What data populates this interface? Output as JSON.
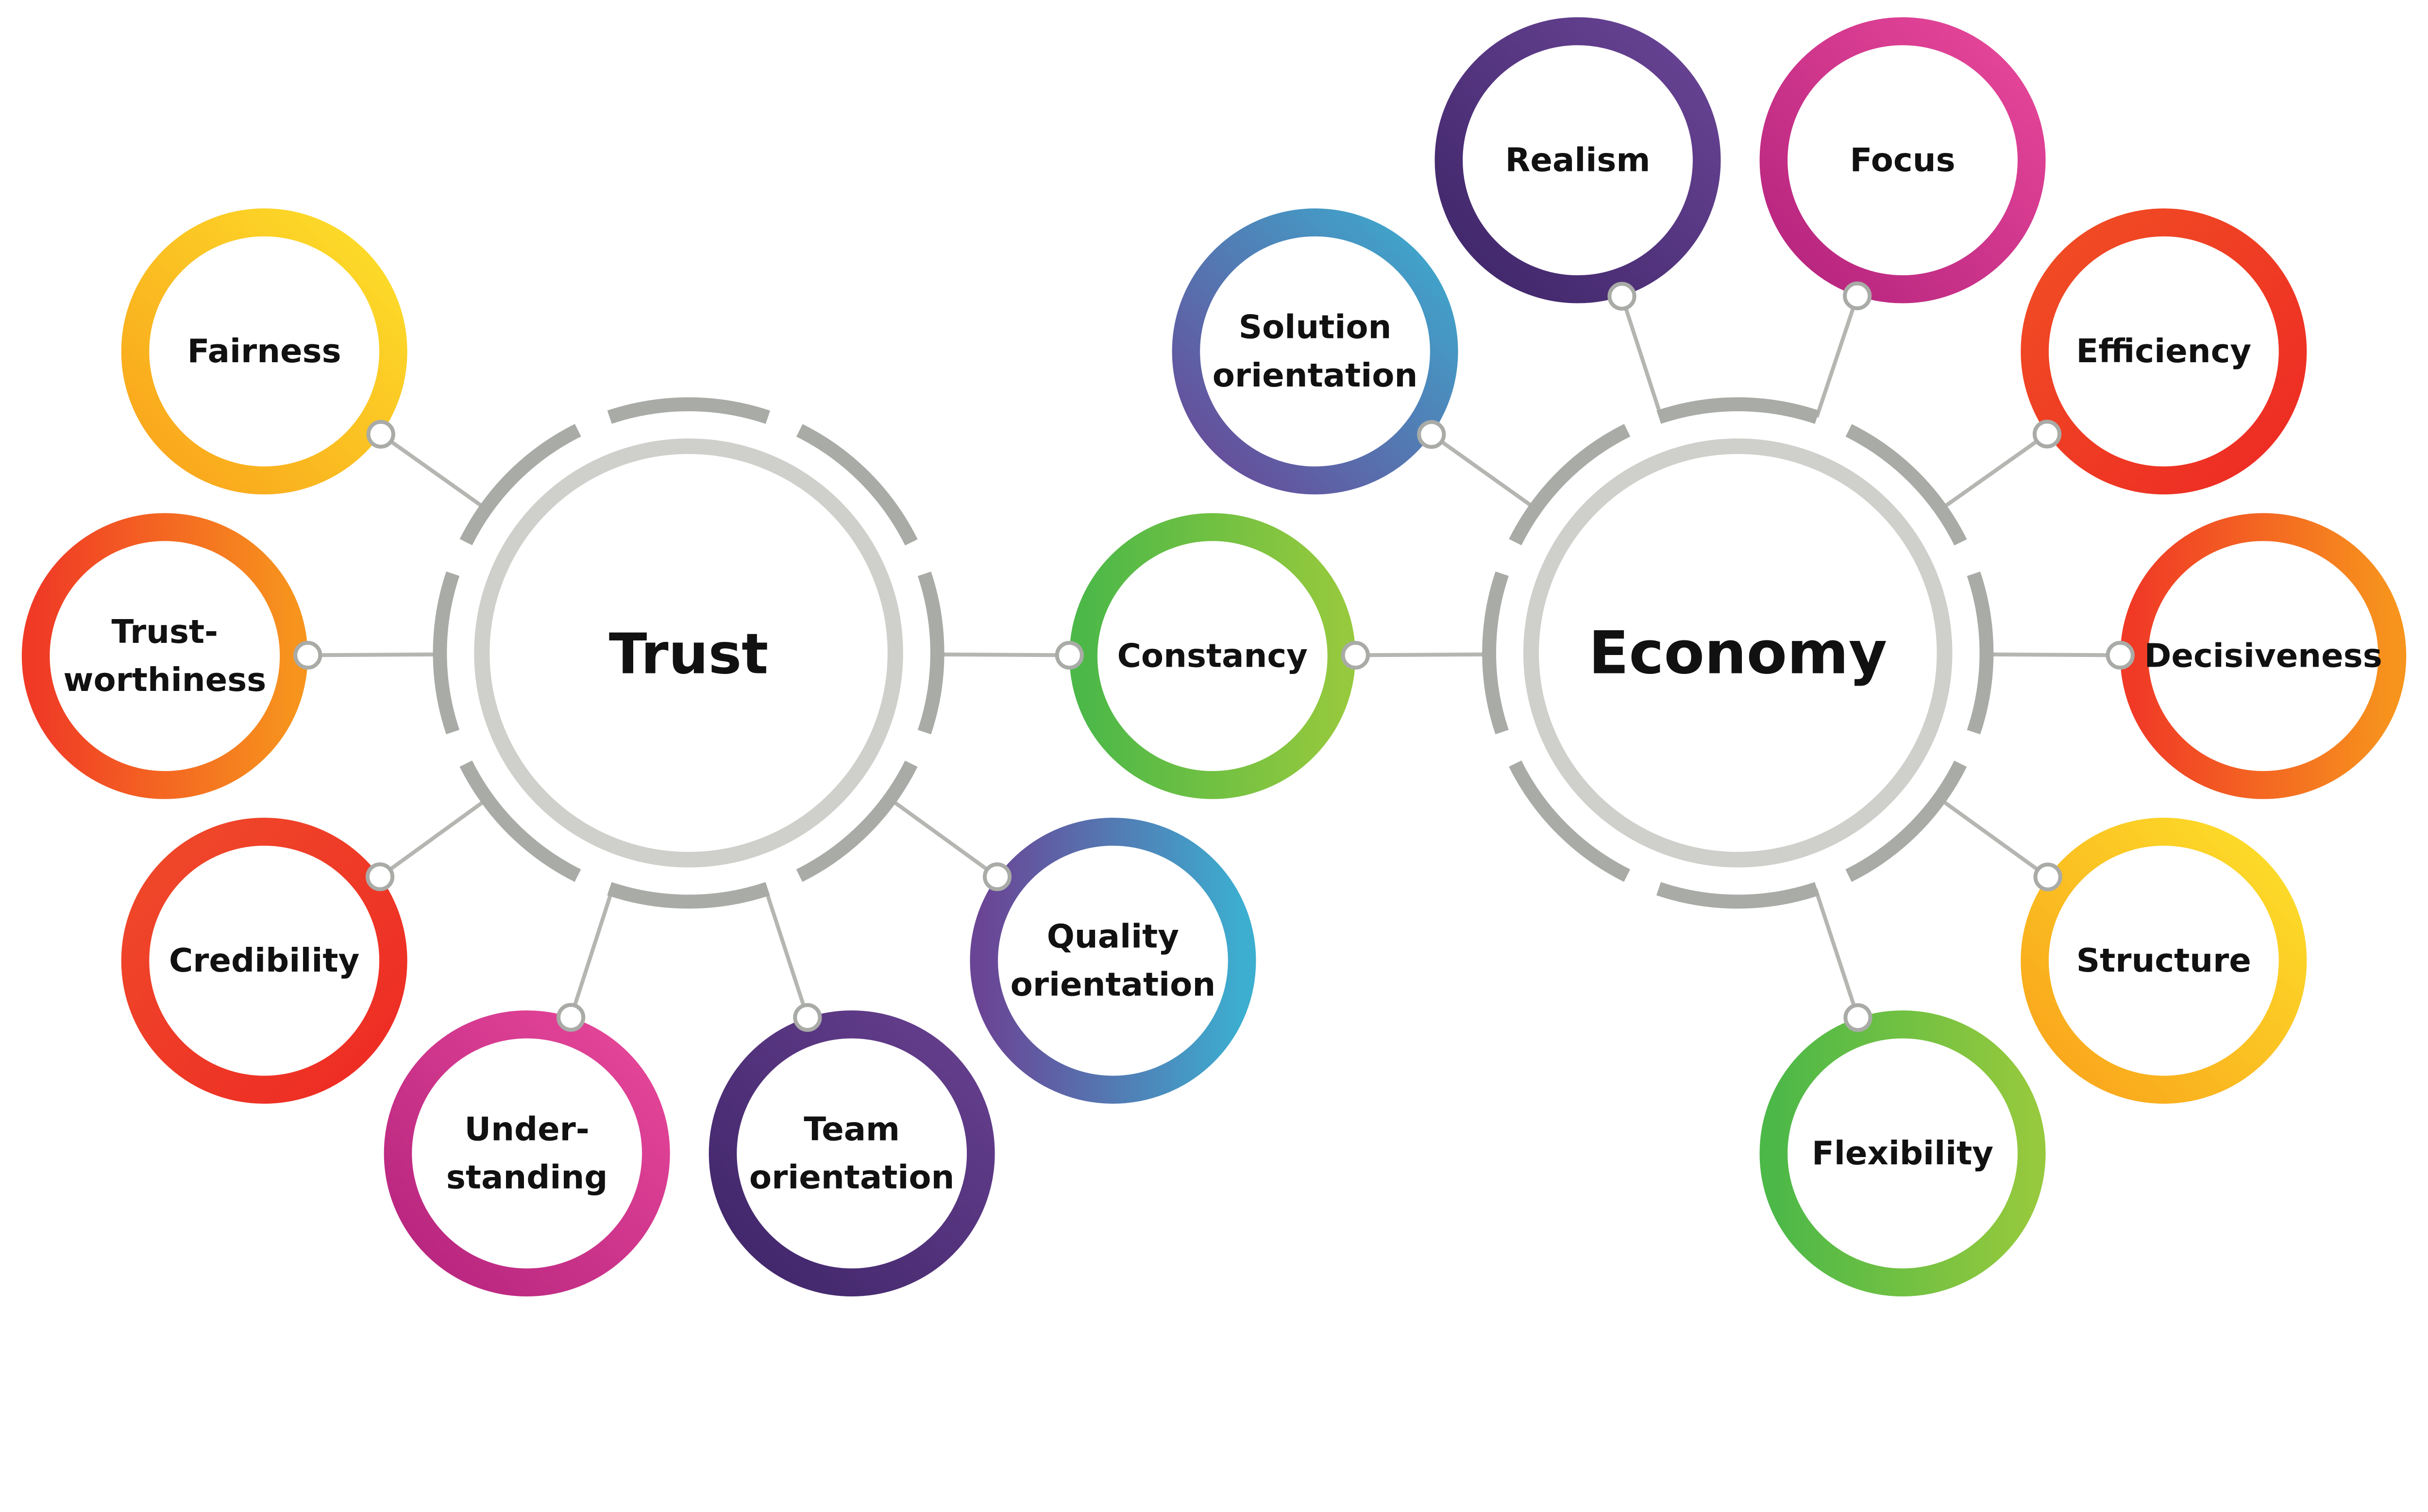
{
  "hubs": [
    {
      "id": "trust",
      "label": "Trust"
    },
    {
      "id": "economy",
      "label": "Economy"
    }
  ],
  "nodes": [
    {
      "lines": [
        "Fairness"
      ],
      "hub": [
        "trust"
      ],
      "colors": [
        "#f9a21b",
        "#fde02a"
      ]
    },
    {
      "lines": [
        "Trust-",
        "worthiness"
      ],
      "hub": [
        "trust"
      ],
      "colors": [
        "#f03a26",
        "#f7941d"
      ]
    },
    {
      "lines": [
        "Credibility"
      ],
      "hub": [
        "trust"
      ],
      "colors": [
        "#ef4a2a",
        "#ee2a24"
      ]
    },
    {
      "lines": [
        "Under-",
        "standing"
      ],
      "hub": [
        "trust"
      ],
      "colors": [
        "#b4237d",
        "#e8489a"
      ]
    },
    {
      "lines": [
        "Team",
        "orientation"
      ],
      "hub": [
        "trust"
      ],
      "colors": [
        "#3e2568",
        "#67408f"
      ]
    },
    {
      "lines": [
        "Quality",
        "orientation"
      ],
      "hub": [
        "trust"
      ],
      "colors": [
        "#6a4596",
        "#3caed0"
      ]
    },
    {
      "lines": [
        "Constancy"
      ],
      "hub": [
        "trust",
        "economy"
      ],
      "colors": [
        "#4cb848",
        "#96c93d"
      ]
    },
    {
      "lines": [
        "Solution",
        "orientation"
      ],
      "hub": [
        "economy"
      ],
      "colors": [
        "#6a4596",
        "#3caed0"
      ]
    },
    {
      "lines": [
        "Realism"
      ],
      "hub": [
        "economy"
      ],
      "colors": [
        "#3e2568",
        "#6a4596"
      ]
    },
    {
      "lines": [
        "Focus"
      ],
      "hub": [
        "economy"
      ],
      "colors": [
        "#b4237d",
        "#e8489a"
      ]
    },
    {
      "lines": [
        "Efficiency"
      ],
      "hub": [
        "economy"
      ],
      "colors": [
        "#f04e24",
        "#ee2a24"
      ]
    },
    {
      "lines": [
        "Decisiveness"
      ],
      "hub": [
        "economy"
      ],
      "colors": [
        "#f03a26",
        "#f7941d"
      ]
    },
    {
      "lines": [
        "Structure"
      ],
      "hub": [
        "economy"
      ],
      "colors": [
        "#f9a21b",
        "#fde02a"
      ]
    },
    {
      "lines": [
        "Flexibility"
      ],
      "hub": [
        "economy"
      ],
      "colors": [
        "#4cb848",
        "#96c93d"
      ]
    }
  ],
  "colors": {
    "hub_ring": "#cfcfcb",
    "dash_ring": "#a9aba7",
    "connector": "#b5b5b2"
  }
}
